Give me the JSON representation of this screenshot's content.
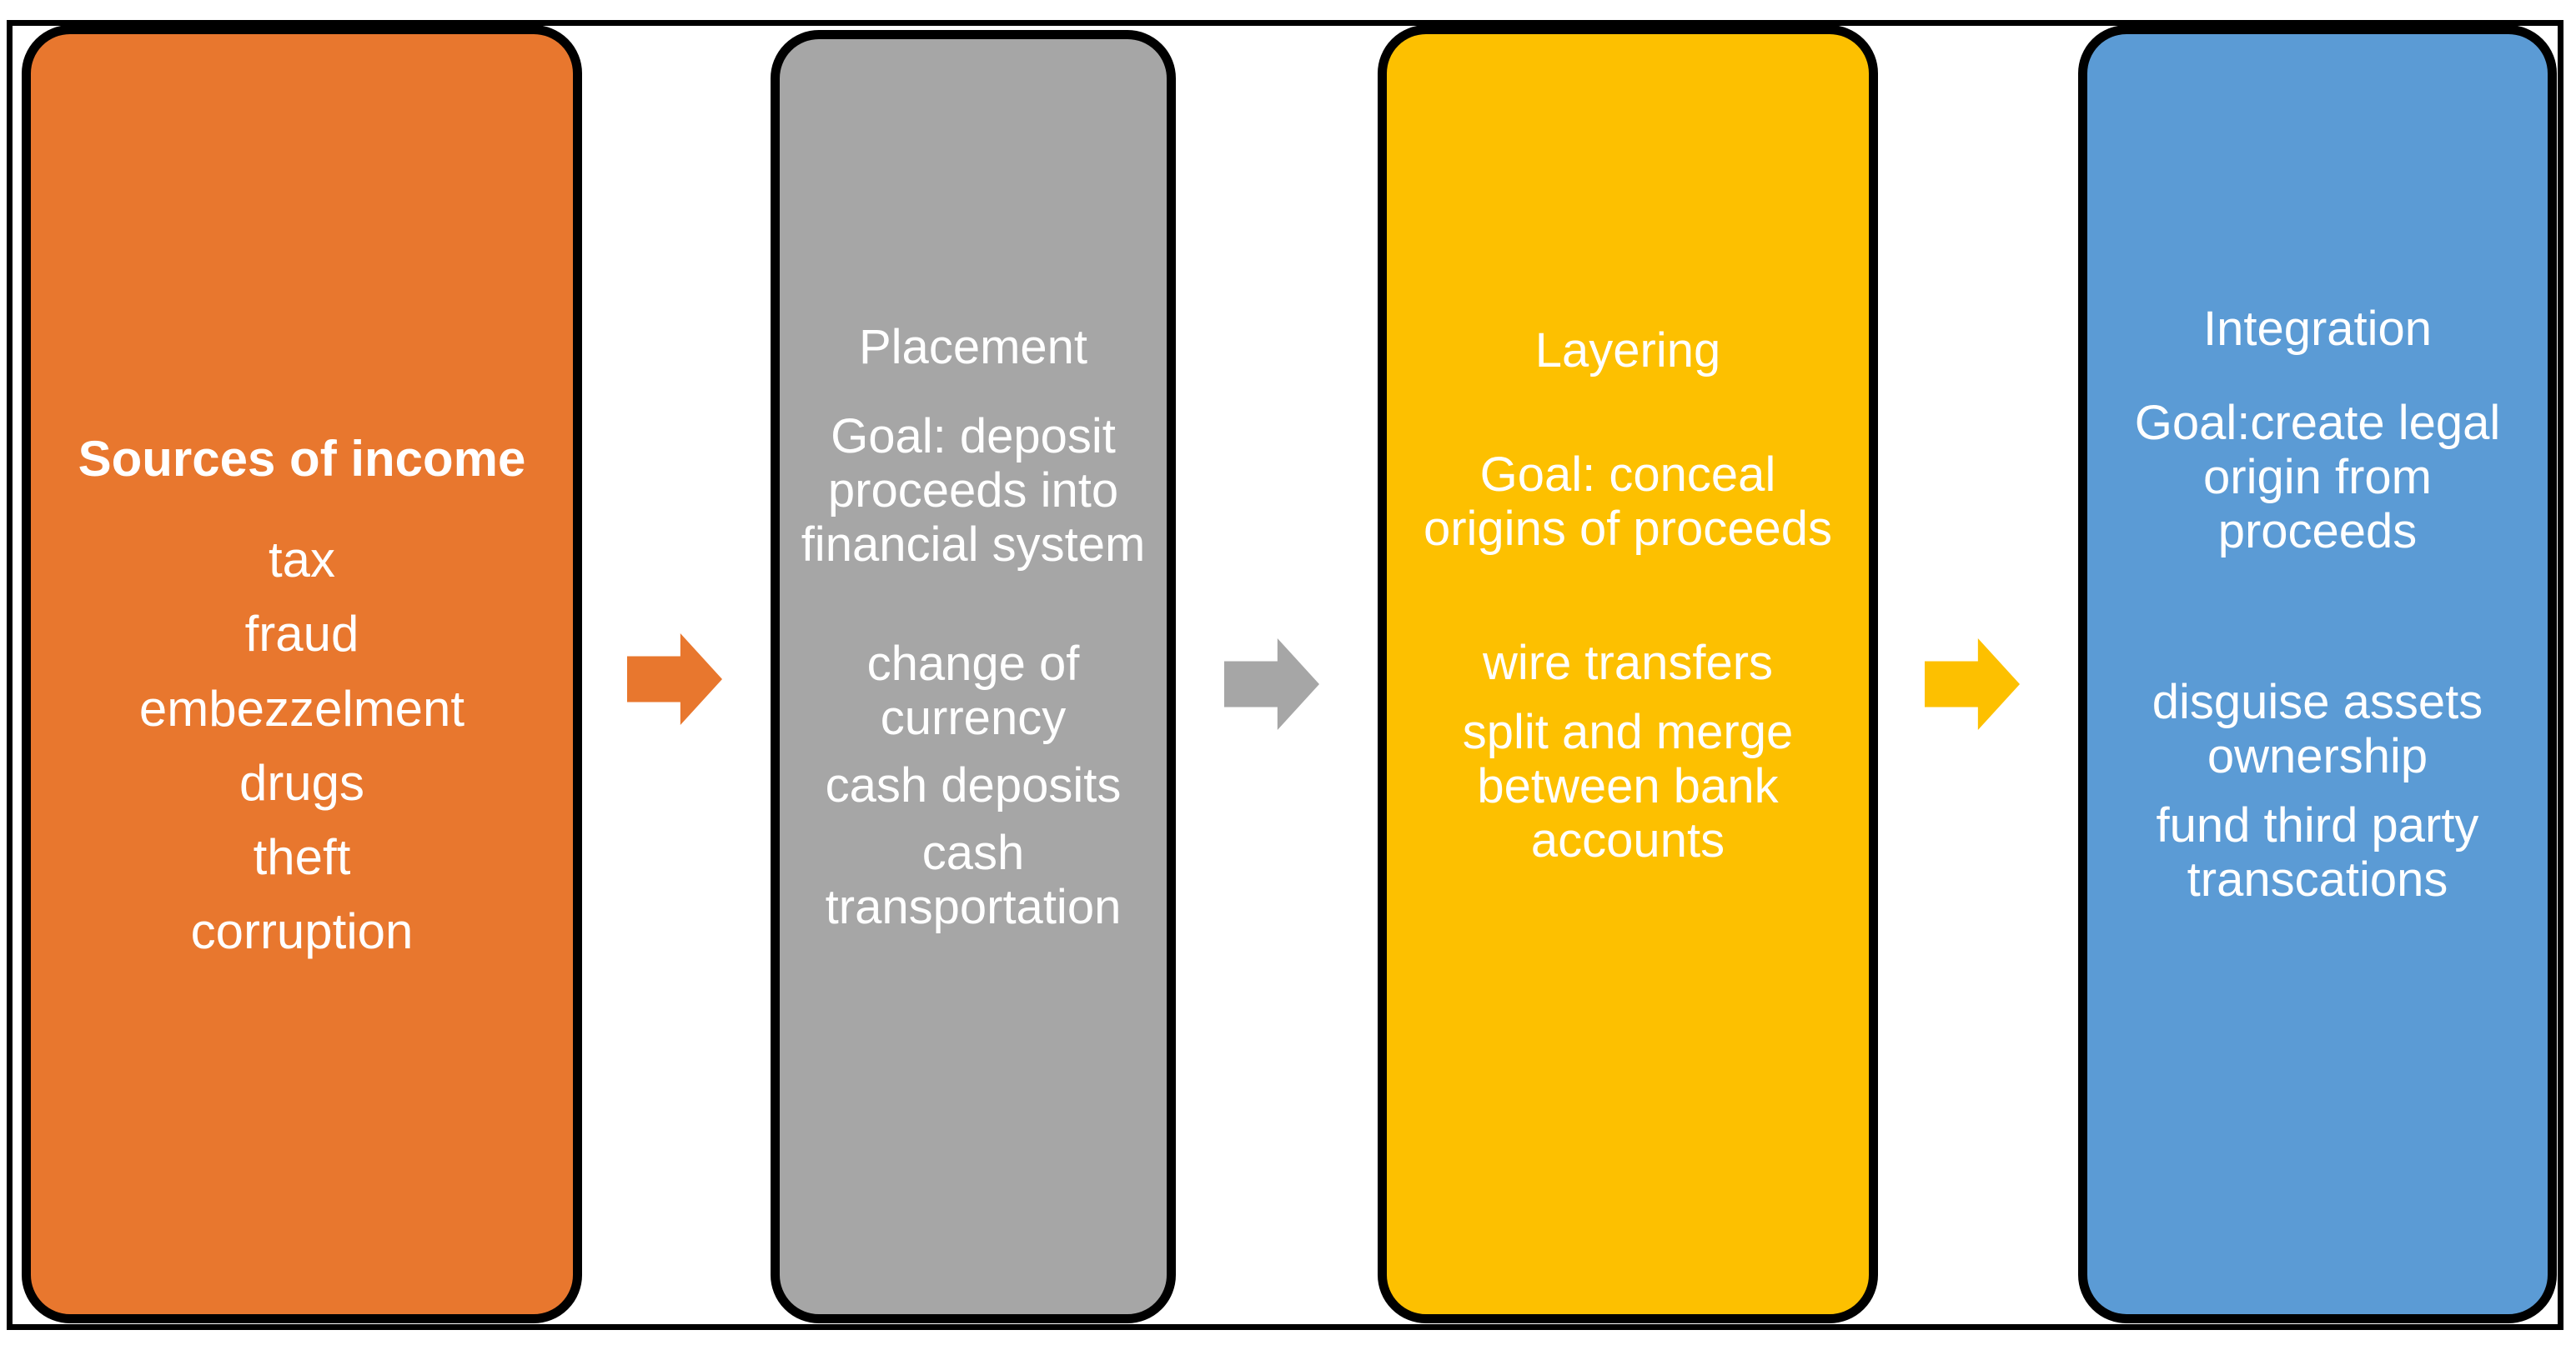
{
  "diagram": {
    "frame_color": "#000000",
    "background": "#ffffff",
    "stages": [
      {
        "id": "sources",
        "title": "Sources of income",
        "title_bold": true,
        "goal": "",
        "color": "#E8772E",
        "items": [
          "tax",
          "fraud",
          "embezzelment",
          "drugs",
          "theft",
          "corruption"
        ]
      },
      {
        "id": "placement",
        "title": "Placement",
        "title_bold": false,
        "goal": "Goal: deposit proceeds into financial system",
        "color": "#A6A6A6",
        "items": [
          "change of currency",
          "cash deposits",
          "cash transportation"
        ]
      },
      {
        "id": "layering",
        "title": "Layering",
        "title_bold": false,
        "goal": "Goal: conceal origins of proceeds",
        "color": "#FDC000",
        "items": [
          "wire transfers",
          "split and merge between bank accounts"
        ]
      },
      {
        "id": "integration",
        "title": "Integration",
        "title_bold": false,
        "goal": "Goal:create legal origin from proceeds",
        "color": "#5B9BD5",
        "items": [
          "disguise assets ownership",
          "fund third party transcations"
        ]
      }
    ],
    "arrows": [
      {
        "id": "arrow-1",
        "from": "sources",
        "to": "placement",
        "color": "#E8772E",
        "icon": "right-arrow-icon"
      },
      {
        "id": "arrow-2",
        "from": "placement",
        "to": "layering",
        "color": "#A6A6A6",
        "icon": "right-arrow-icon"
      },
      {
        "id": "arrow-3",
        "from": "layering",
        "to": "integration",
        "color": "#FDC000",
        "icon": "right-arrow-icon"
      }
    ]
  }
}
